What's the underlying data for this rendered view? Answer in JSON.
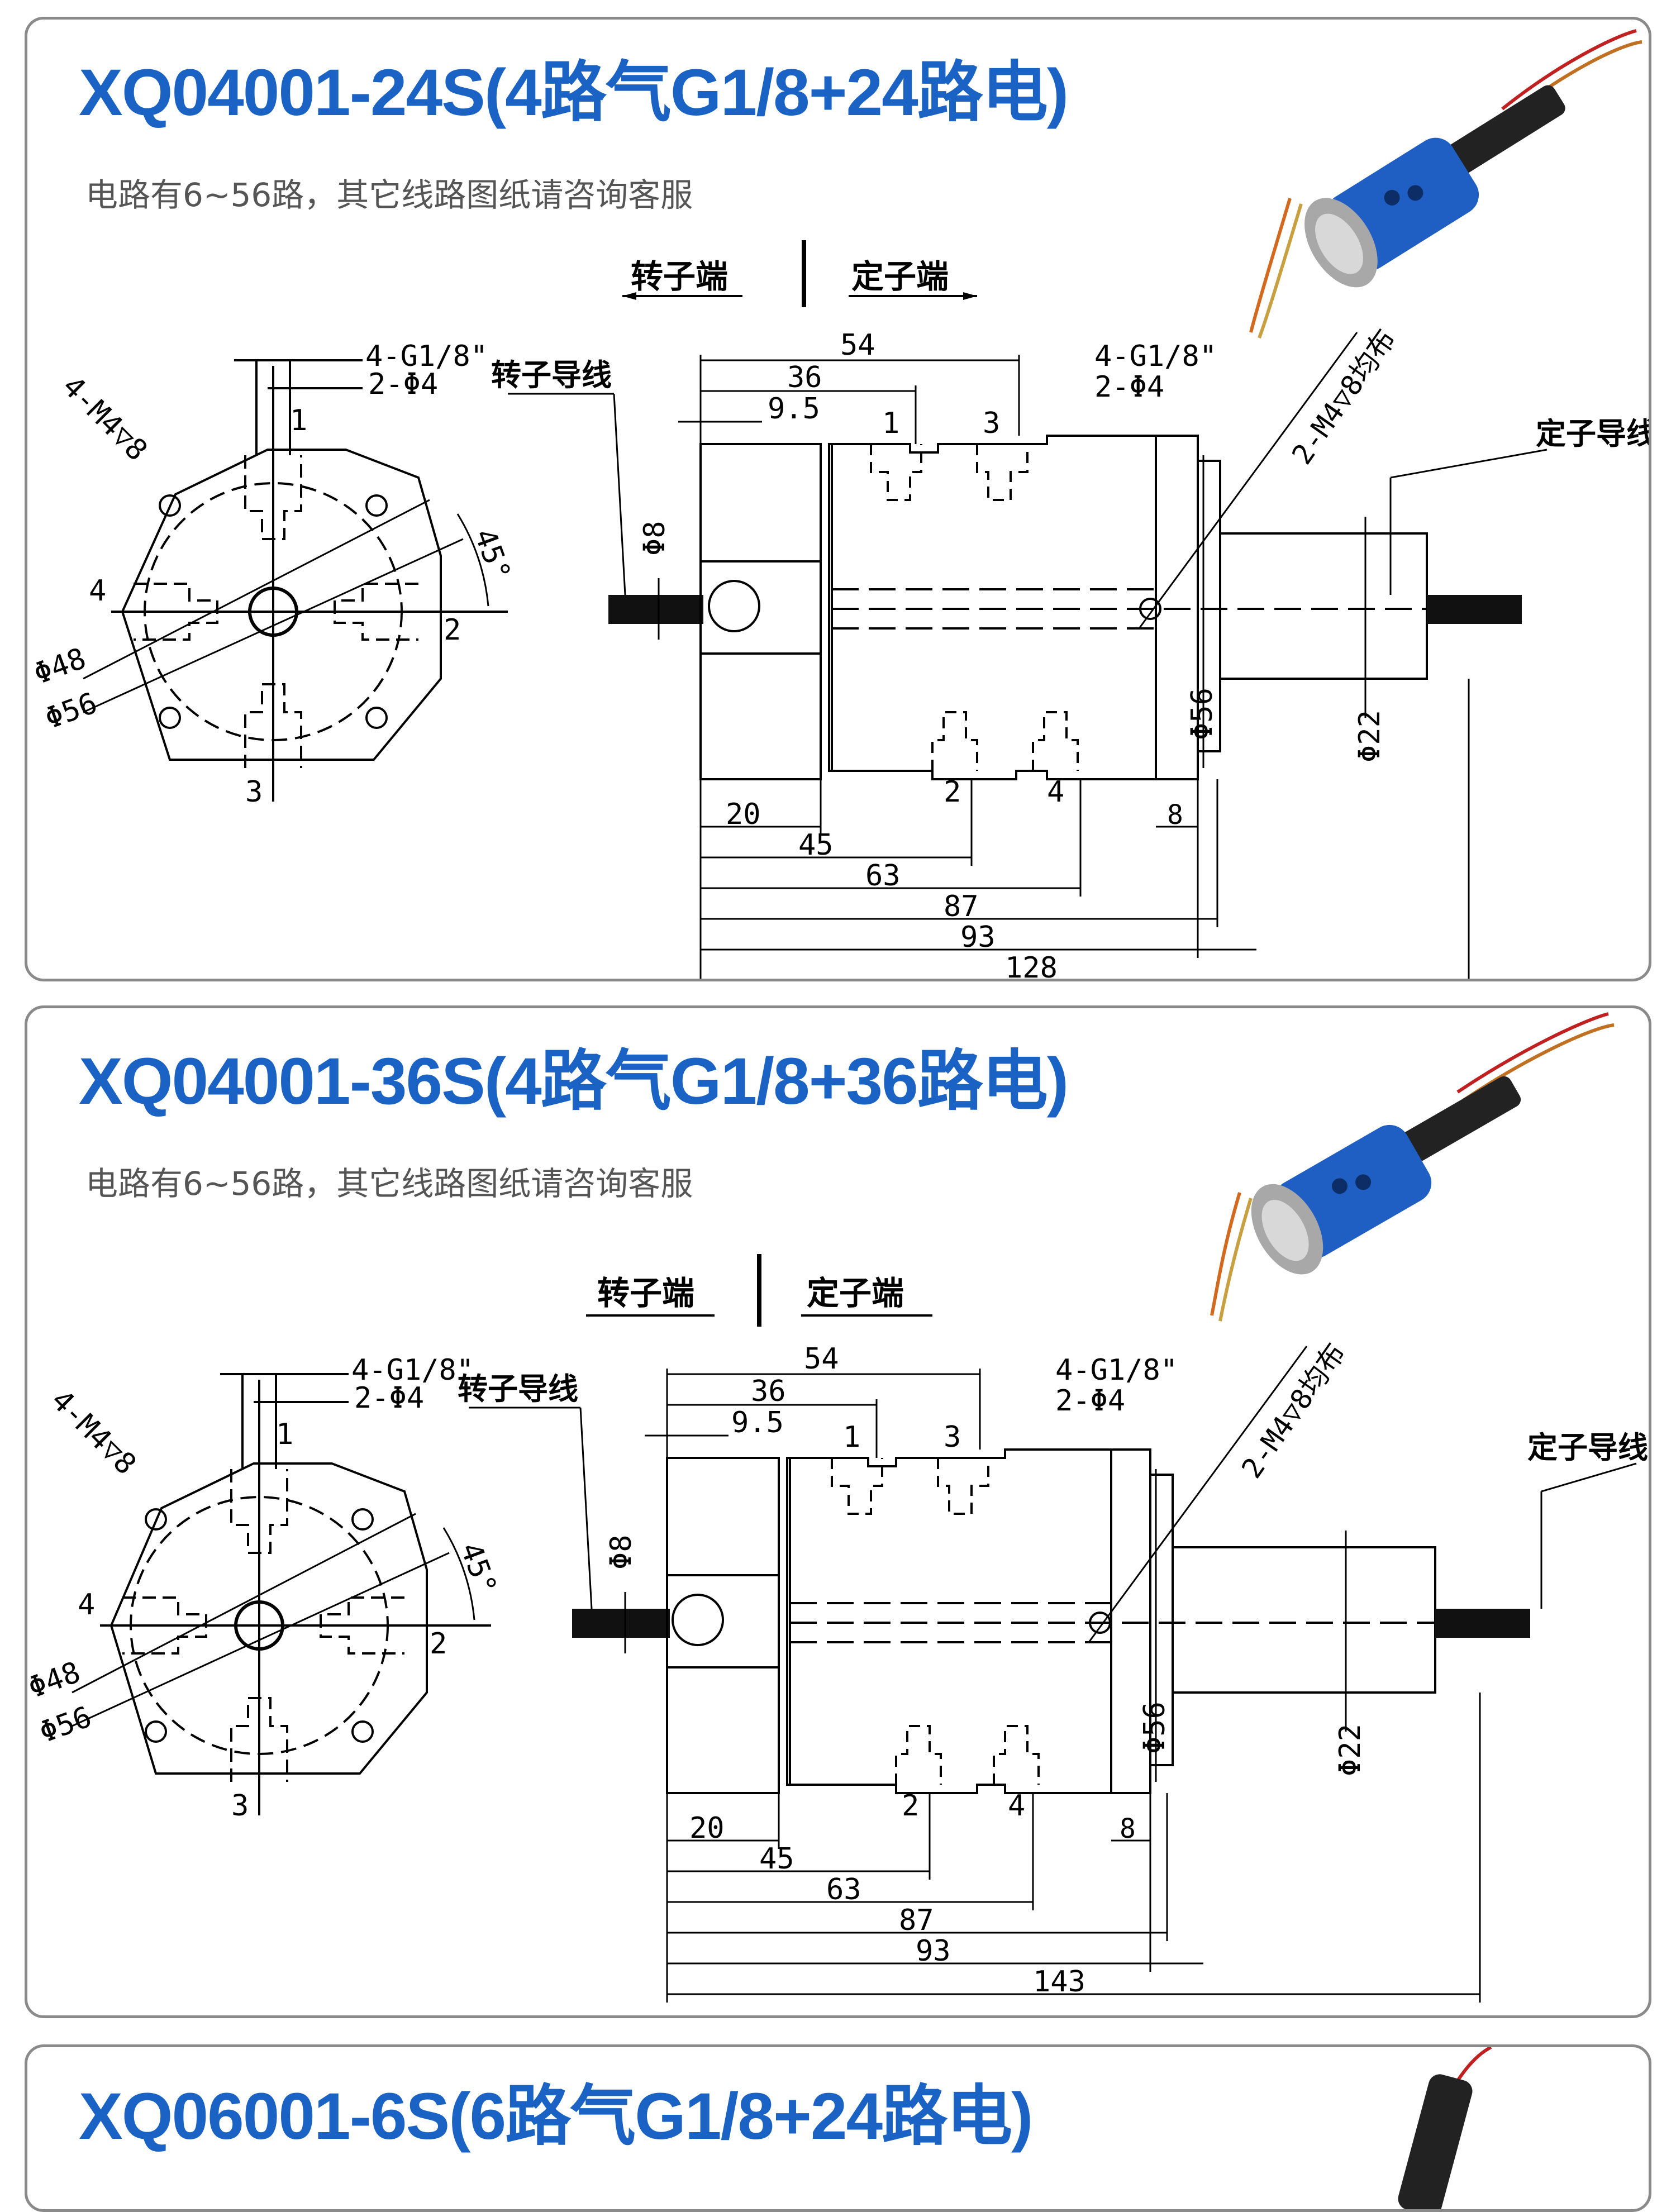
{
  "products": [
    {
      "title": "XQ04001-24S(4路气G1/8+24路电)",
      "subtitle": "电路有6~56路，其它线路图纸请咨询客服",
      "rotor_end": "转子端",
      "stator_end": "定子端",
      "rotor_wire": "转子导线",
      "stator_wire": "定子导线",
      "thread_label": "4-G1/8\"",
      "hole_label": "2-Φ4",
      "mount_label": "4-M4▽8",
      "holes_label": "2-M4▽8均布",
      "angle_label": "45°",
      "dia48": "Φ48",
      "dia56_face": "Φ56",
      "dia8": "Φ8",
      "dia56": "Φ56",
      "dia22": "Φ22",
      "port_labels": [
        "1",
        "2",
        "3",
        "4"
      ],
      "dims": [
        "54",
        "36",
        "9.5",
        "20",
        "45",
        "63",
        "87",
        "93",
        "128",
        "8"
      ]
    },
    {
      "title": "XQ04001-36S(4路气G1/8+36路电)",
      "subtitle": "电路有6~56路，其它线路图纸请咨询客服",
      "rotor_end": "转子端",
      "stator_end": "定子端",
      "rotor_wire": "转子导线",
      "stator_wire": "定子导线",
      "thread_label": "4-G1/8\"",
      "hole_label": "2-Φ4",
      "mount_label": "4-M4▽8",
      "holes_label": "2-M4▽8均布",
      "angle_label": "45°",
      "dia48": "Φ48",
      "dia56_face": "Φ56",
      "dia8": "Φ8",
      "dia56": "Φ56",
      "dia22": "Φ22",
      "port_labels": [
        "1",
        "2",
        "3",
        "4"
      ],
      "dims": [
        "54",
        "36",
        "9.5",
        "20",
        "45",
        "63",
        "87",
        "93",
        "143",
        "8"
      ]
    },
    {
      "title": "XQ06001-6S(6路气G1/8+24路电)"
    }
  ],
  "colors": {
    "title": "#1a63c4",
    "card_border": "#8a8a8a",
    "body_blue": "#1f5fc4",
    "wire_orange": "#d2691e"
  },
  "icons": [
    "rotary-joint-product-photo"
  ]
}
